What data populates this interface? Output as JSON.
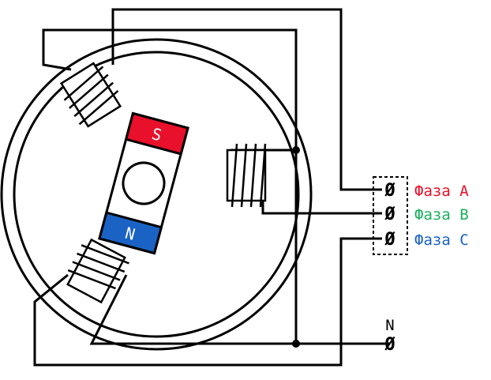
{
  "colors": {
    "line": "#000000",
    "background": "#ffffff",
    "pole_s": "#e8102a",
    "pole_n": "#1a63c5",
    "phase_a": "#e8102a",
    "phase_b": "#1bb05c",
    "phase_c": "#1a63c5"
  },
  "rotor": {
    "pole_s_label": "S",
    "pole_n_label": "N"
  },
  "terminals": {
    "symbol": "Ø",
    "phase_a_label": "Фаза A",
    "phase_b_label": "Фаза B",
    "phase_c_label": "Фаза C",
    "neutral_label": "N"
  }
}
